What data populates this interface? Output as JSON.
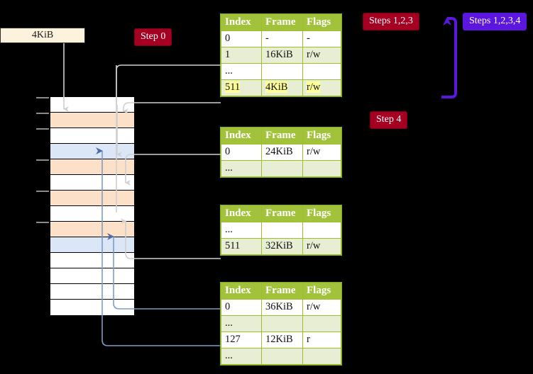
{
  "diagram": {
    "title_badges": [
      {
        "name": "step-0",
        "label": "Step 0",
        "color": "#a50021"
      },
      {
        "name": "steps-123",
        "label": "Steps 1,2,3",
        "color": "#a50021"
      },
      {
        "name": "steps-1234",
        "label": "Steps 1,2,3,4",
        "color": "#5b16e0"
      },
      {
        "name": "step-4",
        "label": "Step 4",
        "color": "#a50021"
      }
    ],
    "memory_label": "4KiB"
  },
  "tables": [
    {
      "name": "page-table-level-0",
      "headers": [
        "Index",
        "Frame",
        "Flags"
      ],
      "rows": [
        {
          "style": "plain",
          "cells": [
            "0",
            "-",
            "-"
          ],
          "highlight": false
        },
        {
          "style": "alt",
          "cells": [
            "1",
            "16KiB",
            "r/w"
          ],
          "highlight": false
        },
        {
          "style": "plain",
          "cells": [
            "...",
            "",
            ""
          ],
          "highlight": false
        },
        {
          "style": "alt",
          "cells": [
            "511",
            "4KiB",
            "r/w"
          ],
          "highlight": true
        }
      ]
    },
    {
      "name": "page-table-level-1",
      "headers": [
        "Index",
        "Frame",
        "Flags"
      ],
      "rows": [
        {
          "style": "plain",
          "cells": [
            "0",
            "24KiB",
            "r/w"
          ],
          "highlight": false
        },
        {
          "style": "alt",
          "cells": [
            "...",
            "",
            ""
          ],
          "highlight": false
        }
      ]
    },
    {
      "name": "page-table-level-2",
      "headers": [
        "Index",
        "Frame",
        "Flags"
      ],
      "rows": [
        {
          "style": "plain",
          "cells": [
            "...",
            "",
            ""
          ],
          "highlight": false
        },
        {
          "style": "alt",
          "cells": [
            "511",
            "32KiB",
            "r/w"
          ],
          "highlight": false
        }
      ]
    },
    {
      "name": "page-table-level-3",
      "headers": [
        "Index",
        "Frame",
        "Flags"
      ],
      "rows": [
        {
          "style": "plain",
          "cells": [
            "0",
            "36KiB",
            "r/w"
          ],
          "highlight": false
        },
        {
          "style": "alt",
          "cells": [
            "...",
            "",
            ""
          ],
          "highlight": false
        },
        {
          "style": "plain",
          "cells": [
            "127",
            "12KiB",
            "r"
          ],
          "highlight": false
        },
        {
          "style": "alt",
          "cells": [
            "...",
            "",
            ""
          ],
          "highlight": false
        }
      ]
    }
  ],
  "memory_grid": {
    "name": "physical-memory-grid",
    "rows": [
      {
        "fill": "white",
        "tick_left": true,
        "tick_right": false
      },
      {
        "fill": "orange",
        "tick_left": true,
        "tick_right": false
      },
      {
        "fill": "white",
        "tick_left": true,
        "tick_right": false
      },
      {
        "fill": "blue",
        "tick_left": false,
        "tick_right": false
      },
      {
        "fill": "orange",
        "tick_left": true,
        "tick_right": false
      },
      {
        "fill": "white",
        "tick_left": false,
        "tick_right": false
      },
      {
        "fill": "orange",
        "tick_left": true,
        "tick_right": false
      },
      {
        "fill": "white",
        "tick_left": false,
        "tick_right": false
      },
      {
        "fill": "orange",
        "tick_left": true,
        "tick_right": false
      },
      {
        "fill": "blue",
        "fill2": "blue",
        "tick_left": false,
        "tick_right": false
      },
      {
        "fill": "white",
        "tick_left": false,
        "tick_right": false
      },
      {
        "fill": "white",
        "tick_left": false,
        "tick_right": false
      },
      {
        "fill": "white",
        "tick_left": false,
        "tick_right": false
      },
      {
        "fill": "white",
        "tick_left": false,
        "tick_right": false
      }
    ]
  },
  "colors": {
    "table_header_bg": "#a3c23b",
    "table_alt_row": "#e8eed4",
    "highlight": "#ffff99",
    "grid_orange": "#fde0c8",
    "grid_blue": "#dbe7f7",
    "badge_red": "#a50021",
    "badge_purple": "#5b16e0",
    "connector_gray": "#cfcfcf",
    "connector_blue": "#7e9cc4",
    "memlabel_bg": "#fdf3dc"
  }
}
